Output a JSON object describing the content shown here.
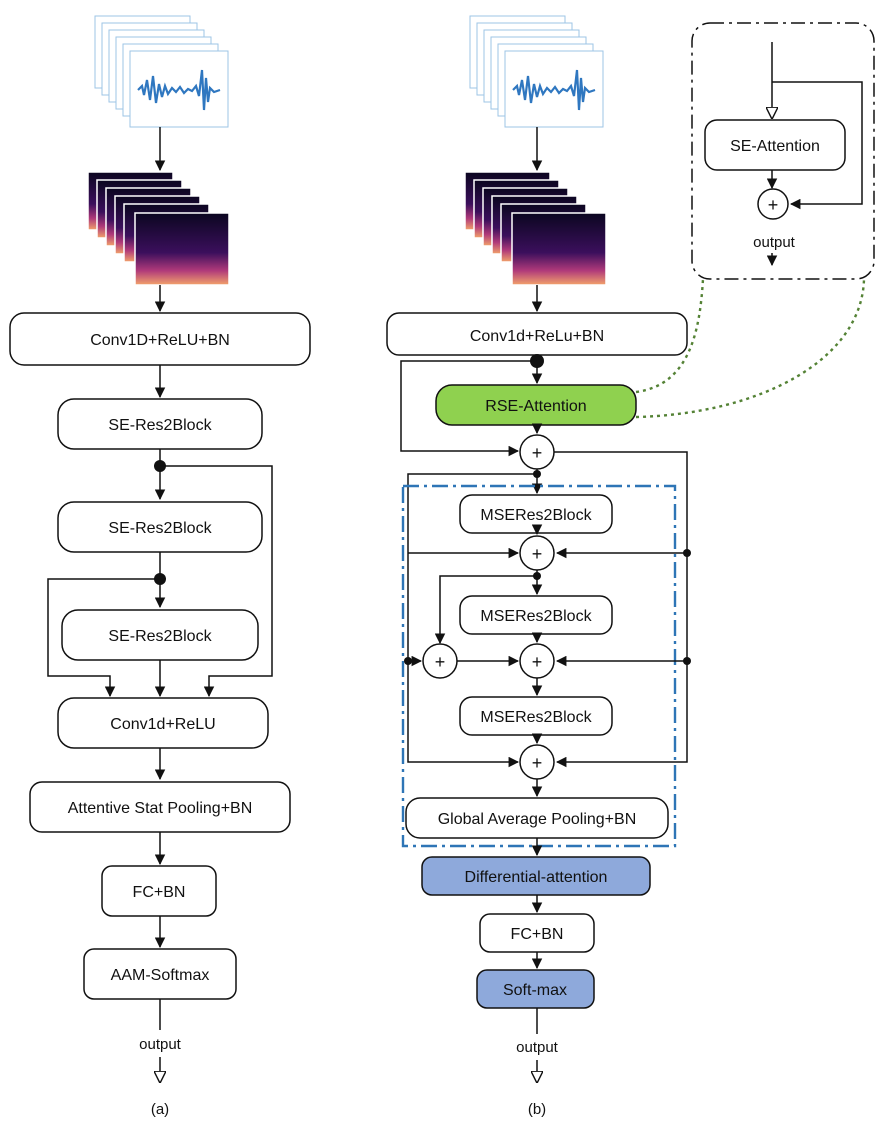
{
  "panel_a": {
    "caption": "(a)",
    "blocks": {
      "conv1d_relu_bn": "Conv1D+ReLU+BN",
      "se_res2block_1": "SE-Res2Block",
      "se_res2block_2": "SE-Res2Block",
      "se_res2block_3": "SE-Res2Block",
      "conv1d_relu": "Conv1d+ReLU",
      "attentive_pooling": "Attentive Stat Pooling+BN",
      "fc_bn": "FC+BN",
      "aam_softmax": "AAM-Softmax"
    },
    "output_label": "output"
  },
  "panel_b": {
    "caption": "(b)",
    "blocks": {
      "conv1d_relu_bn": "Conv1d+ReLu+BN",
      "rse_attention": "RSE-Attention",
      "mseres2block_1": "MSERes2Block",
      "mseres2block_2": "MSERes2Block",
      "mseres2block_3": "MSERes2Block",
      "global_pooling": "Global Average Pooling+BN",
      "differential_attention": "Differential-attention",
      "fc_bn": "FC+BN",
      "softmax": "Soft-max"
    },
    "output_label": "output",
    "inset": {
      "se_attention": "SE-Attention",
      "output_label": "output"
    }
  },
  "colors": {
    "rse_fill": "#8fd14f",
    "blue_fill": "#8ea9db",
    "dashdot_blue": "#2e75b6",
    "dotted_green": "#548235",
    "waveform": "#2f77c0"
  }
}
